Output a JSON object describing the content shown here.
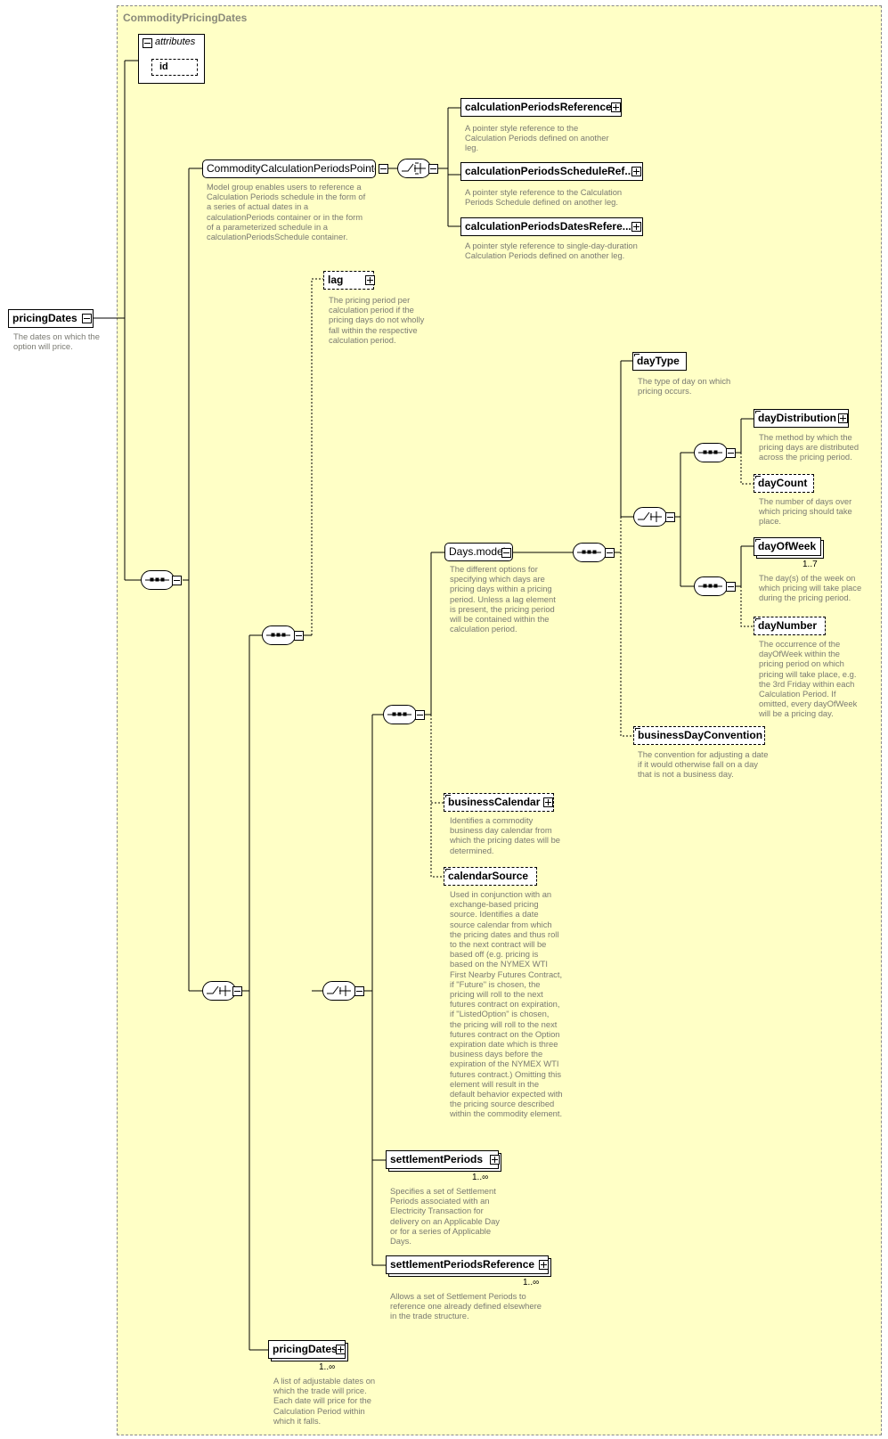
{
  "group_title": "CommodityPricingDates",
  "attributes": {
    "title": "attributes",
    "id": "id"
  },
  "root": {
    "name": "pricingDates",
    "desc": "The dates on which the option will price."
  },
  "ccpp": {
    "name": "CommodityCalculationPeriodsPointer....",
    "desc": "Model group enables users to reference a Calculation Periods schedule in the form of a series of actual dates in a calculationPeriods container or in the form of a parameterized schedule in a calculationPeriodsSchedule container."
  },
  "calc_ref": {
    "name": "calculationPeriodsReference",
    "desc": "A pointer style reference to the Calculation Periods defined on another leg."
  },
  "calc_sched": {
    "name": "calculationPeriodsScheduleRef...",
    "desc": "A pointer style reference to the Calculation Periods Schedule defined on another leg."
  },
  "calc_dates": {
    "name": "calculationPeriodsDatesRefere...",
    "desc": "A pointer style reference to single-day-duration Calculation Periods defined on another leg."
  },
  "lag": {
    "name": "lag",
    "desc": "The pricing period per calculation period if the pricing days do not wholly fall within the respective calculation period."
  },
  "day_type": {
    "name": "dayType",
    "desc": "The type of day on which pricing occurs."
  },
  "day_distribution": {
    "name": "dayDistribution",
    "desc": "The method by which the pricing days are distributed across the pricing period."
  },
  "day_count": {
    "name": "dayCount",
    "desc": "The number of days over which pricing should take place."
  },
  "day_of_week": {
    "name": "dayOfWeek",
    "card": "1..7",
    "desc": "The day(s) of the week on which pricing will take place during the pricing period."
  },
  "day_number": {
    "name": "dayNumber",
    "desc": "The occurrence of the dayOfWeek within the pricing period on which pricing will take place, e.g. the 3rd Friday within each Calculation Period. If omitted, every dayOfWeek will be a pricing day."
  },
  "days_model": {
    "name": "Days.model",
    "desc": "The different options for specifying which days are pricing days within a pricing period. Unless a lag element is present, the pricing period will be contained within the calculation period."
  },
  "bdc": {
    "name": "businessDayConvention",
    "desc": "The convention for adjusting a date if it would otherwise fall on a day that is not a business day."
  },
  "business_calendar": {
    "name": "businessCalendar",
    "desc": "Identifies a commodity business day calendar from which the pricing dates will be determined."
  },
  "calendar_source": {
    "name": "calendarSource",
    "desc": "Used in conjunction with an exchange-based pricing source. Identifies a date source calendar from which the pricing dates and thus roll to the next contract will be based off (e.g. pricing is based on the NYMEX WTI First Nearby Futures Contract, if \"Future\" is chosen, the pricing will roll to the next futures contract on expiration, if \"ListedOption\" is chosen, the pricing will roll to the next futures contract on the Option expiration date which is three business days before the expiration of the NYMEX WTI futures contract.) Omitting this element will result in the default behavior expected with the pricing source described within the commodity element."
  },
  "settlement_periods": {
    "name": "settlementPeriods",
    "card": "1..∞",
    "desc": "Specifies a set of Settlement Periods associated with an Electricity Transaction for delivery on an Applicable Day or for a series of Applicable Days."
  },
  "settlement_ref": {
    "name": "settlementPeriodsReference",
    "card": "1..∞",
    "desc": "Allows a set of Settlement Periods to reference one already defined elsewhere in the trade structure."
  },
  "pricing_dates_list": {
    "name": "pricingDates",
    "card": "1..∞",
    "desc": "A list of adjustable dates on which the trade will price. Each date will price for the Calculation Period within which it falls."
  }
}
